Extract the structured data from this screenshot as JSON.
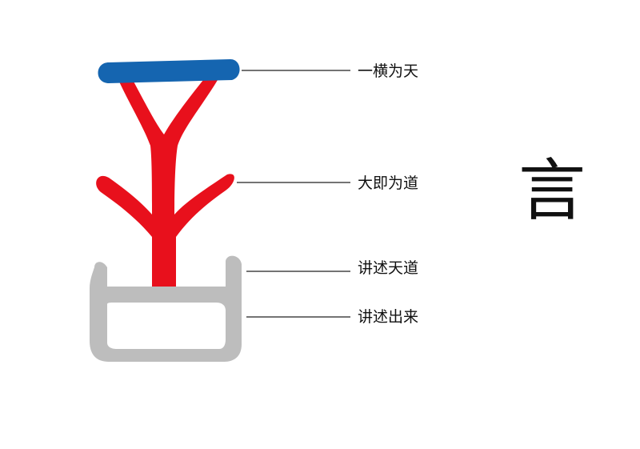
{
  "labels": {
    "top": "一横为天",
    "middle": "大即为道",
    "mouth_top": "讲述天道",
    "mouth_bottom": "讲述出来"
  },
  "modern_character": "言",
  "colors": {
    "top_stroke": "#1565b0",
    "body": "#e8101c",
    "mouth": "#bdbdbd",
    "leader_line": "#222222"
  }
}
